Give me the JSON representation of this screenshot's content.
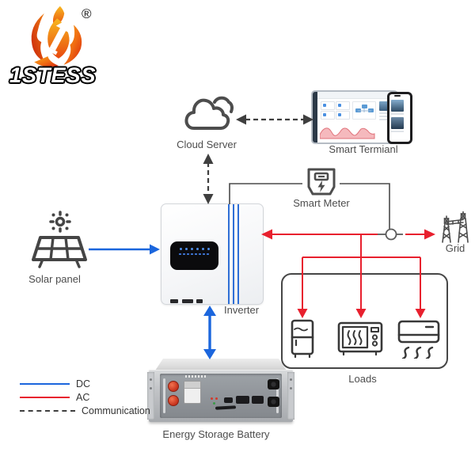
{
  "brand": {
    "name": "1STESS",
    "registered_mark": "®"
  },
  "nodes": {
    "cloud_server": {
      "label": "Cloud Server"
    },
    "smart_terminal": {
      "label": "Smart Termianl"
    },
    "smart_meter": {
      "label": "Smart Meter"
    },
    "solar_panel": {
      "label": "Solar panel"
    },
    "inverter": {
      "label": "Inverter"
    },
    "grid": {
      "label": "Grid"
    },
    "loads": {
      "label": "Loads"
    },
    "battery": {
      "label": "Energy Storage Battery"
    }
  },
  "legend": {
    "items": [
      {
        "label": "DC",
        "color": "#1b66dd",
        "style": "solid"
      },
      {
        "label": "AC",
        "color": "#e8202e",
        "style": "solid"
      },
      {
        "label": "Communication",
        "color": "#3f3f3f",
        "style": "dashed"
      }
    ]
  },
  "connections": [
    {
      "from": "cloud_server",
      "to": "smart_terminal",
      "type": "communication",
      "bidirectional": true
    },
    {
      "from": "cloud_server",
      "to": "inverter",
      "type": "communication",
      "bidirectional": true
    },
    {
      "from": "inverter",
      "to": "smart_meter",
      "type": "communication",
      "bidirectional": false
    },
    {
      "from": "smart_meter",
      "to": "grid_sensor_point",
      "type": "communication",
      "bidirectional": false
    },
    {
      "from": "solar_panel",
      "to": "inverter",
      "type": "dc",
      "bidirectional": false
    },
    {
      "from": "inverter",
      "to": "battery",
      "type": "dc",
      "bidirectional": true
    },
    {
      "from": "grid",
      "to": "inverter",
      "type": "ac",
      "bidirectional": true
    },
    {
      "from": "ac_bus",
      "to": "loads",
      "type": "ac",
      "bidirectional": false
    }
  ],
  "icons": {
    "brand": "flame-logo-icon",
    "cloud_server": "cloud-icon",
    "smart_terminal": "dashboard-and-phone-icon",
    "smart_meter": "electric-meter-icon",
    "solar_panel": "solar-panel-sun-icon",
    "grid": "transmission-tower-icon",
    "loads": [
      "refrigerator-icon",
      "microwave-icon",
      "air-conditioner-icon"
    ],
    "inverter": "inverter-device-image",
    "battery": "rack-battery-image"
  }
}
